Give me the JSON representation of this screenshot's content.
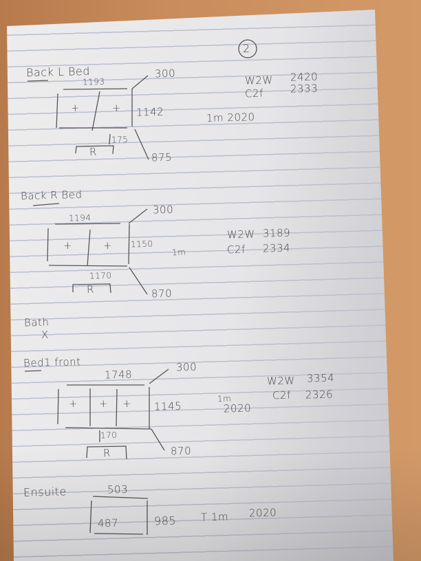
{
  "page_number": "2",
  "sections": [
    {
      "title": "Back L Bed",
      "width": "1193",
      "height": "1142",
      "top_dim": "300",
      "bottom_dim": "875",
      "radiator_gap": "175",
      "radiator_label": "R",
      "window_marks": [
        "+",
        "+"
      ],
      "note": "1m 2020",
      "w2w_label": "W2W",
      "w2w_value": "2420",
      "c2f_label": "C2f",
      "c2f_value": "2333"
    },
    {
      "title": "Back R Bed",
      "width": "1194",
      "height": "1150",
      "top_dim": "300",
      "bottom_dim": "870",
      "radiator_gap": "1170",
      "radiator_label": "R",
      "window_marks": [
        "+",
        "+"
      ],
      "note": "1m",
      "w2w_label": "W2W",
      "w2w_value": "3189",
      "c2f_label": "C2f",
      "c2f_value": "2334"
    },
    {
      "title": "Bath",
      "mark": "X"
    },
    {
      "title": "Bed1 front",
      "width": "1748",
      "height": "1145",
      "top_dim": "300",
      "bottom_dim": "870",
      "radiator_gap": "170",
      "radiator_label": "R",
      "window_marks": [
        "+",
        "+",
        "+"
      ],
      "note_top": "1m",
      "note_bottom": "2020",
      "w2w_label": "W2W",
      "w2w_value": "3354",
      "c2f_label": "C2f",
      "c2f_value": "2326"
    },
    {
      "title": "Ensuite",
      "width": "503",
      "inner": "487",
      "height": "985",
      "note": "T 1m",
      "note_year": "2020"
    }
  ]
}
